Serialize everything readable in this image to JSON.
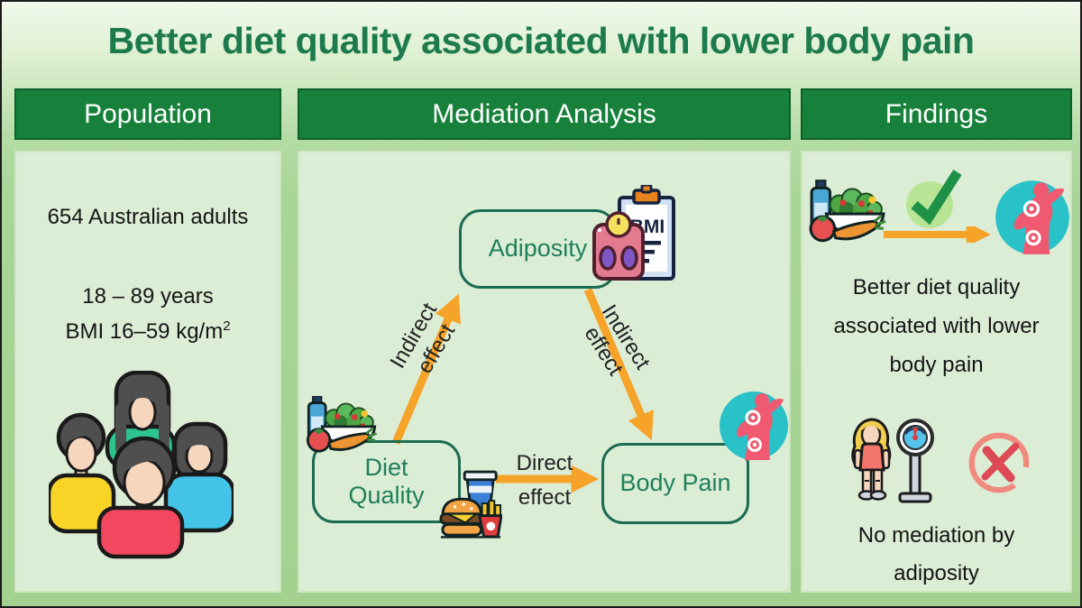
{
  "title": "Better diet quality associated with lower body pain",
  "population": {
    "header": "Population",
    "sample": "654 Australian adults",
    "age_range": "18 – 89 years",
    "bmi_range": "BMI 16–59 kg/m",
    "bmi_sup": "2",
    "icon": "four-adults-group"
  },
  "mediation": {
    "header": "Mediation Analysis",
    "mediator": "Adiposity",
    "exposure": "Diet Quality",
    "outcome": "Body Pain",
    "indirect_left": "Indirect effect",
    "indirect_right": "Indirect effect",
    "direct": "Direct effect",
    "mediator_icon": "bmi-scale-clipboard",
    "exposure_icons": [
      "healthy-food-salad",
      "fast-food"
    ],
    "outcome_icon": "body-pain-figure"
  },
  "findings": {
    "header": "Findings",
    "finding_positive": "Better diet quality associated with lower body pain",
    "finding_negative": "No mediation by adiposity",
    "positive_icons": [
      "healthy-food-salad",
      "green-check",
      "body-pain-figure"
    ],
    "negative_icons": [
      "woman-with-scale",
      "red-cross"
    ]
  },
  "colors": {
    "header_bg": "#17813b",
    "header_border": "#0d5f2b",
    "panel_bg": "#dcedd6",
    "outer_bg": "#a8d598",
    "title_green": "#1c7a4c",
    "node_border": "#1a6b51",
    "node_text": "#1e7f5a",
    "arrow_orange": "#f5a329",
    "check_green": "#1f9147",
    "cross_red": "#dd4a56"
  }
}
